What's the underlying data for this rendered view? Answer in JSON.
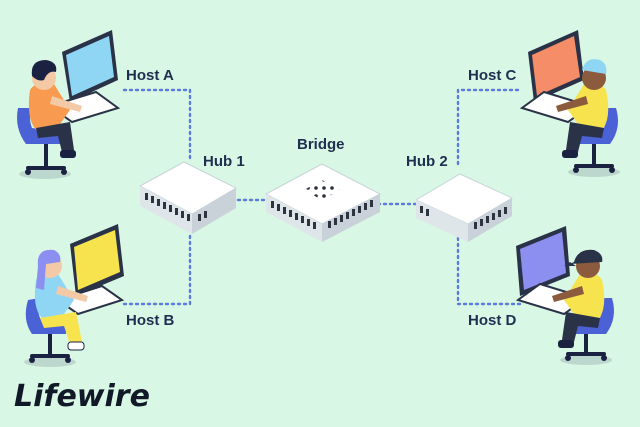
{
  "nodes": {
    "host_a": {
      "label": "Host A",
      "screen_color": "#8fd6f5"
    },
    "host_b": {
      "label": "Host B",
      "screen_color": "#f7e34d"
    },
    "host_c": {
      "label": "Host C",
      "screen_color": "#f58d68"
    },
    "host_d": {
      "label": "Host D",
      "screen_color": "#8c8ff0"
    },
    "hub1": {
      "label": "Hub 1"
    },
    "hub2": {
      "label": "Hub 2"
    },
    "bridge": {
      "label": "Bridge"
    }
  },
  "connections": [
    [
      "Host A",
      "Hub 1"
    ],
    [
      "Host B",
      "Hub 1"
    ],
    [
      "Hub 1",
      "Bridge"
    ],
    [
      "Bridge",
      "Hub 2"
    ],
    [
      "Hub 2",
      "Host C"
    ],
    [
      "Hub 2",
      "Host D"
    ]
  ],
  "colors": {
    "background": "#d9f7e5",
    "link": "#5b7be0",
    "label": "#1f2f4f",
    "chair": "#4b62d6",
    "device_top": "#ffffff",
    "device_side": "#dfe6ea"
  },
  "brand": {
    "name": "Lifewire"
  }
}
